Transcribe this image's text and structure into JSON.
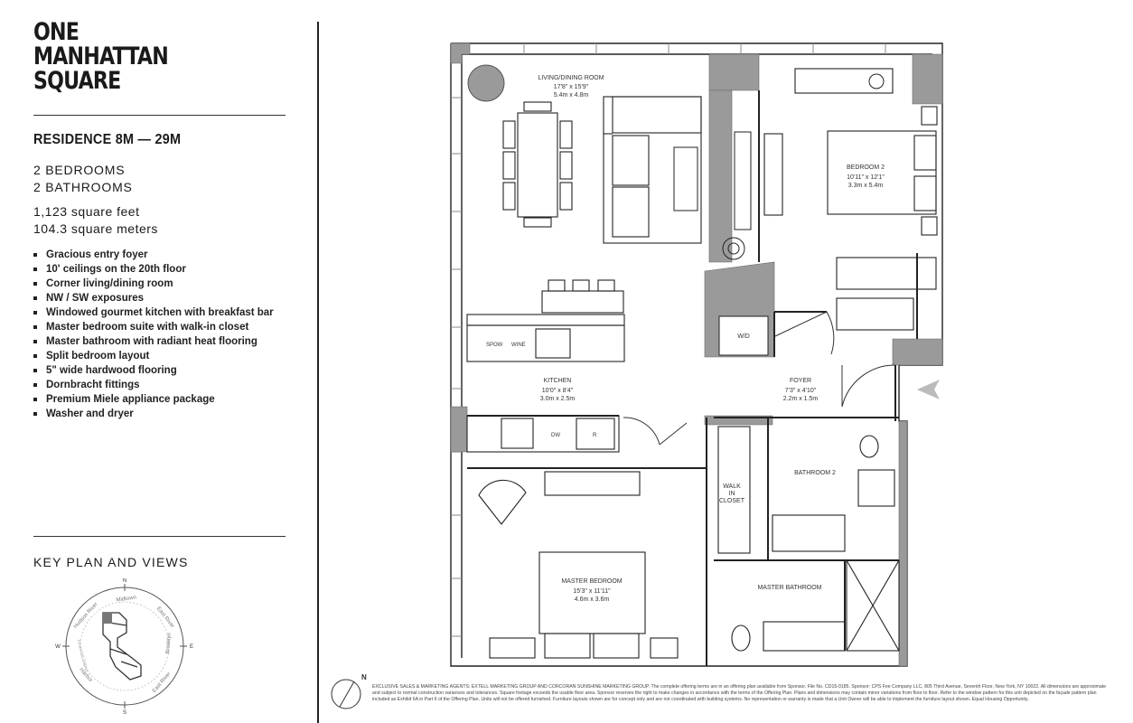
{
  "logo": {
    "line1": "ONE",
    "line2": "MANHATTAN",
    "line3": "SQUARE"
  },
  "residence": {
    "title": "RESIDENCE 8M — 29M",
    "bedrooms": "2 BEDROOMS",
    "bathrooms": "2 BATHROOMS",
    "sqft": "1,123 square feet",
    "sqm": "104.3 square meters"
  },
  "features": [
    "Gracious entry foyer",
    "10' ceilings on the 20th floor",
    "Corner living/dining room",
    "NW / SW exposures",
    "Windowed gourmet kitchen with breakfast bar",
    "Master bedroom suite with walk-in closet",
    "Master bathroom with radiant heat flooring",
    "Split bedroom layout",
    "5\" wide hardwood flooring",
    "Dornbracht fittings",
    "Premium Miele appliance package",
    "Washer and dryer"
  ],
  "key_plan": {
    "title": "KEY PLAN AND VIEWS",
    "compass": {
      "n": "N",
      "e": "E",
      "s": "S",
      "w": "W"
    },
    "labels": {
      "midtown": "Midtown",
      "east_river_top": "East River",
      "hudson_river": "Hudson River",
      "brooklyn": "Brooklyn",
      "east_river_bottom": "East River",
      "harbor": "Harbor",
      "financial_district": "Financial District"
    }
  },
  "rooms": {
    "living": {
      "name": "LIVING/DINING ROOM",
      "imperial": "17'8\" x 15'9\"",
      "metric": "5.4m x 4.8m"
    },
    "bedroom2": {
      "name": "BEDROOM 2",
      "imperial": "10'11\" x 12'1\"",
      "metric": "3.3m x 5.4m"
    },
    "kitchen": {
      "name": "KITCHEN",
      "imperial": "10'0\" x 8'4\"",
      "metric": "3.0m x 2.5m"
    },
    "foyer": {
      "name": "FOYER",
      "imperial": "7'3\" x 4'10\"",
      "metric": "2.2m x 1.5m"
    },
    "bathroom2": {
      "name": "BATHROOM 2"
    },
    "walkin": {
      "line1": "WALK",
      "line2": "IN",
      "line3": "CLOSET"
    },
    "master_bedroom": {
      "name": "MASTER BEDROOM",
      "imperial": "15'3\" x 11'11\"",
      "metric": "4.6m x 3.6m"
    },
    "master_bathroom": {
      "name": "MASTER BATHROOM"
    }
  },
  "appliances": {
    "wd": "W/D",
    "spow": "SPOW",
    "wine": "WINE",
    "dw": "DW",
    "r": "R"
  },
  "plan_north": "N",
  "disclaimer": "EXCLUSIVE SALES & MARKETING AGENTS: EXTELL MARKETING GROUP AND CORCORAN SUNSHINE MARKETING GROUP. The complete offering terms are in an offering plan available from Sponsor. File No. CD15-0185. Sponsor: CPS Fee Company LLC, 805 Third Avenue, Seventh Floor, New York, NY 10022. All dimensions are approximate and subject to normal construction variances and tolerances. Square footage exceeds the usable floor area. Sponsor reserves the right to make changes in accordance with the terms of the Offering Plan. Plans and dimensions may contain minor variations from floor to floor. Refer to the window pattern for this unit depicted on the façade pattern plan included as Exhibit 6A in Part II of the Offering Plan. Units will not be offered furnished. Furniture layouts shown are for concept only and are not coordinated with building systems. No representation or warranty is made that a Unit Owner will be able to implement the furniture layout shown. Equal Housing Opportunity."
}
